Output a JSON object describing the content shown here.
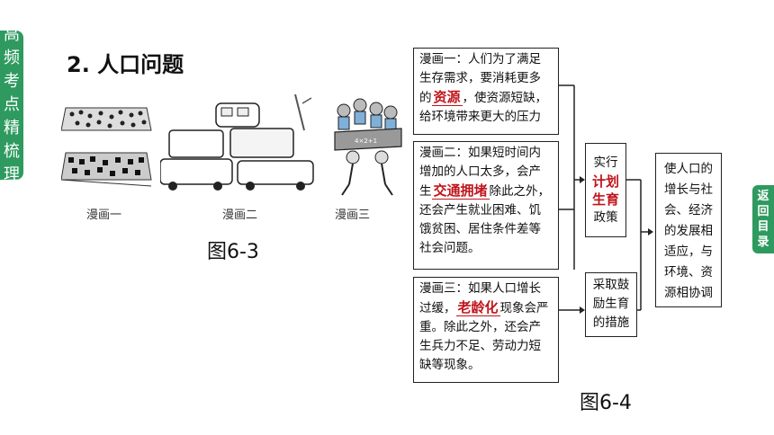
{
  "sidebar": {
    "chars": [
      "高",
      "频",
      "考",
      "点",
      "精",
      "梳",
      "理"
    ]
  },
  "return_tab": {
    "chars": [
      "返",
      "回",
      "目",
      "录"
    ]
  },
  "heading": "2. 人口问题",
  "fig3": {
    "caption": "图6-3",
    "comics": [
      {
        "label": "漫画一"
      },
      {
        "label": "漫画二"
      },
      {
        "label": "漫画三",
        "sign": "4×2+1"
      }
    ]
  },
  "fig4": {
    "caption": "图6-4",
    "box1": {
      "pre": "漫画一：人们为了满足生存需求，要消耗更多的",
      "hl": "资源",
      "post": "，使资源短缺，给环境带来更大的压力"
    },
    "box2": {
      "pre": "漫画二：如果短时间内增加的人口太多，会产生",
      "hl": "交通拥堵",
      "post": "除此之外，还会产生就业困难、饥饿贫困、居住条件差等社会问题。"
    },
    "box3": {
      "pre": "漫画三：如果人口增长过缓，",
      "hl": "老龄化",
      "post": "现象会严重。除此之外，还会产生兵力不足、劳动力短缺等现象。"
    },
    "policy1": {
      "pre": "实行",
      "hl": "计划生育",
      "post": "政策"
    },
    "policy2": "采取鼓励生育的措施",
    "goal": "使人口的增长与社会、经济的发展相适应，与环境、资源相协调"
  }
}
